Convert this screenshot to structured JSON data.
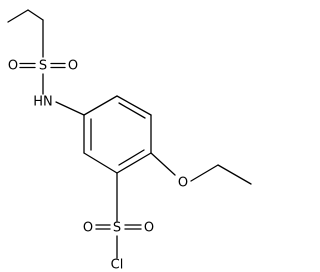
{
  "atoms": {
    "s_top": "S",
    "o_top_left": "O",
    "o_top_right": "O",
    "nh": "HN",
    "o_ether": "O",
    "s_bottom": "S",
    "o_bottom_left": "O",
    "o_bottom_right": "O",
    "cl": "Cl"
  }
}
